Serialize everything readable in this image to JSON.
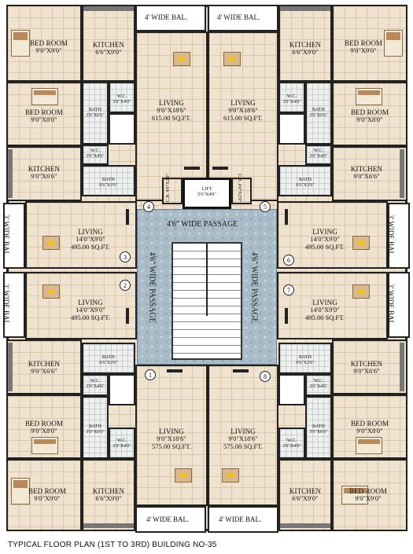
{
  "caption": "TYPICAL FLOOR PLAN (1ST TO 3RD)  BUILDING NO-35",
  "balconies": {
    "top_left": "4' WIDE BAL.",
    "top_right": "4' WIDE BAL.",
    "bottom_left": "4' WIDE BAL.",
    "bottom_right": "4' WIDE BAL.",
    "side_left_1": "3' WIDE BAL",
    "side_left_2": "3' WIDE BAL",
    "side_right_1": "3' WIDE BAL",
    "side_right_2": "3' WIDE BAL"
  },
  "rooms": {
    "bed_tl": {
      "name": "BED ROOM",
      "dim": "9'0\"X9'0\""
    },
    "kit_tl": {
      "name": "KITCHEN",
      "dim": "6'6\"X9'0\""
    },
    "bed_l2": {
      "name": "BED ROOM",
      "dim": "9'0\"X8'0\""
    },
    "bath_l1": {
      "name": "BATH",
      "dim": "3'0\"X6'6\""
    },
    "wc_l1": {
      "name": "W.C.",
      "dim": "3'0\"X4'0\""
    },
    "wc_l2": {
      "name": "W.C.",
      "dim": "3'0\"X4'0\""
    },
    "bath_l2": {
      "name": "BATH",
      "dim": "6'6\"X3'6\""
    },
    "kit_l2": {
      "name": "KITCHEN",
      "dim": "9'0\"X6'6\""
    },
    "living_tl": {
      "name": "LIVING",
      "dim": "9'0\"X18'6\"",
      "area": "615.00 SQ.FT."
    },
    "living_tr": {
      "name": "LIVING",
      "dim": "9'0\"X18'6\"",
      "area": "615.00 SQ.FT."
    },
    "kit_tr": {
      "name": "KITCHEN",
      "dim": "6'6\"X9'0\""
    },
    "bed_tr": {
      "name": "BED ROOM",
      "dim": "9'0\"X9'0\""
    },
    "wc_r1": {
      "name": "W.C.",
      "dim": "3'0\"X4'0\""
    },
    "bath_r1": {
      "name": "BATH",
      "dim": "3'0\"X6'6\""
    },
    "bed_r2": {
      "name": "BED ROOM",
      "dim": "9'0\"X8'0\""
    },
    "wc_r2": {
      "name": "W.C.",
      "dim": "3'0\"X4'0\""
    },
    "bath_r2": {
      "name": "BATH",
      "dim": "6'6\"X3'6\""
    },
    "kit_r2": {
      "name": "KITCHEN",
      "dim": "9'0\"X6'6\""
    },
    "lift": {
      "name": "LIFT",
      "dim": "5'6\"X4'0\""
    },
    "cb_left": {
      "name": "C.B.",
      "dim": "4'0\"X2'9\""
    },
    "cb_right": {
      "name": "C.B.",
      "dim": "4'0\"X2'9\""
    },
    "living_ml1": {
      "name": "LIVING",
      "dim": "14'0\"X9'0\"",
      "area": "495.00 SQ.FT."
    },
    "living_ml2": {
      "name": "LIVING",
      "dim": "14'0\"X9'0\"",
      "area": "495.00 SQ.FT."
    },
    "living_mr1": {
      "name": "LIVING",
      "dim": "14'0\"X9'0\"",
      "area": "495.00 SQ.FT."
    },
    "living_mr2": {
      "name": "LIVING",
      "dim": "14'0\"X9'0\"",
      "area": "495.00 SQ.FT."
    },
    "kit_l3": {
      "name": "KITCHEN",
      "dim": "9'0\"X6'6\""
    },
    "bath_l3": {
      "name": "BATH",
      "dim": "6'6\"X3'6\""
    },
    "wc_l3": {
      "name": "W.C.",
      "dim": "3'0\"X4'0\""
    },
    "bed_l3": {
      "name": "BED ROOM",
      "dim": "9'0\"X8'0\""
    },
    "bath_l4": {
      "name": "BATH",
      "dim": "3'0\"X6'6\""
    },
    "wc_l4": {
      "name": "W.C.",
      "dim": "3'0\"X4'0\""
    },
    "living_bl": {
      "name": "LIVING",
      "dim": "9'0\"X18'6\"",
      "area": "575.00 SQ.FT."
    },
    "living_br": {
      "name": "LIVING",
      "dim": "9'0\"X18'6\"",
      "area": "575.00 SQ.FT."
    },
    "kit_r3": {
      "name": "KITCHEN",
      "dim": "9'0\"X6'6\""
    },
    "bath_r3": {
      "name": "BATH",
      "dim": "6'6\"X3'6\""
    },
    "wc_r3": {
      "name": "W.C.",
      "dim": "3'0\"X4'0\""
    },
    "bed_r3": {
      "name": "BED ROOM",
      "dim": "9'0\"X8'0\""
    },
    "bath_r4": {
      "name": "BATH",
      "dim": "3'0\"X6'6\""
    },
    "wc_r4": {
      "name": "W.C.",
      "dim": "3'0\"X4'0\""
    },
    "bed_bl": {
      "name": "BED ROOM",
      "dim": "9'0\"X9'0\""
    },
    "kit_bl": {
      "name": "KITCHEN",
      "dim": "6'6\"X9'0\""
    },
    "kit_br": {
      "name": "KITCHEN",
      "dim": "6'6\"X9'0\""
    },
    "bed_br": {
      "name": "BED ROOM",
      "dim": "9'0\"X9'0\""
    }
  },
  "passages": {
    "top": "4'6\" WIDE PASSAGE",
    "left": "4'6\" WIDE PASSAGE",
    "right": "4'6\" WIDE PASSAGE"
  },
  "flat_numbers": [
    "1",
    "2",
    "3",
    "4",
    "5",
    "6",
    "7",
    "8"
  ]
}
